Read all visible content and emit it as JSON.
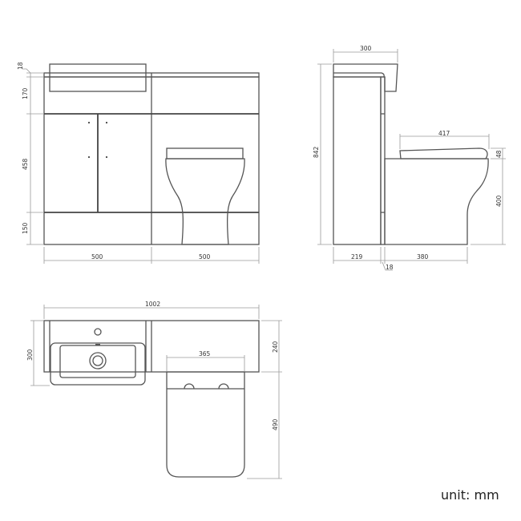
{
  "drawing": {
    "unit_label": "unit: mm",
    "front_view": {
      "heights": {
        "top_thickness": "18",
        "upper": "170",
        "middle": "458",
        "plinth": "150"
      },
      "widths": {
        "left_unit": "500",
        "right_unit": "500"
      }
    },
    "side_view": {
      "basin_depth": "300",
      "total_height": "842",
      "seat_length": "417",
      "seat_height": "48",
      "pan_height": "400",
      "cabinet_depth": "219",
      "panel_thickness": "18",
      "pan_projection": "380"
    },
    "plan_view": {
      "total_width": "1002",
      "basin_depth": "300",
      "cistern_depth": "240",
      "pan_width": "365",
      "pan_projection": "490"
    }
  }
}
